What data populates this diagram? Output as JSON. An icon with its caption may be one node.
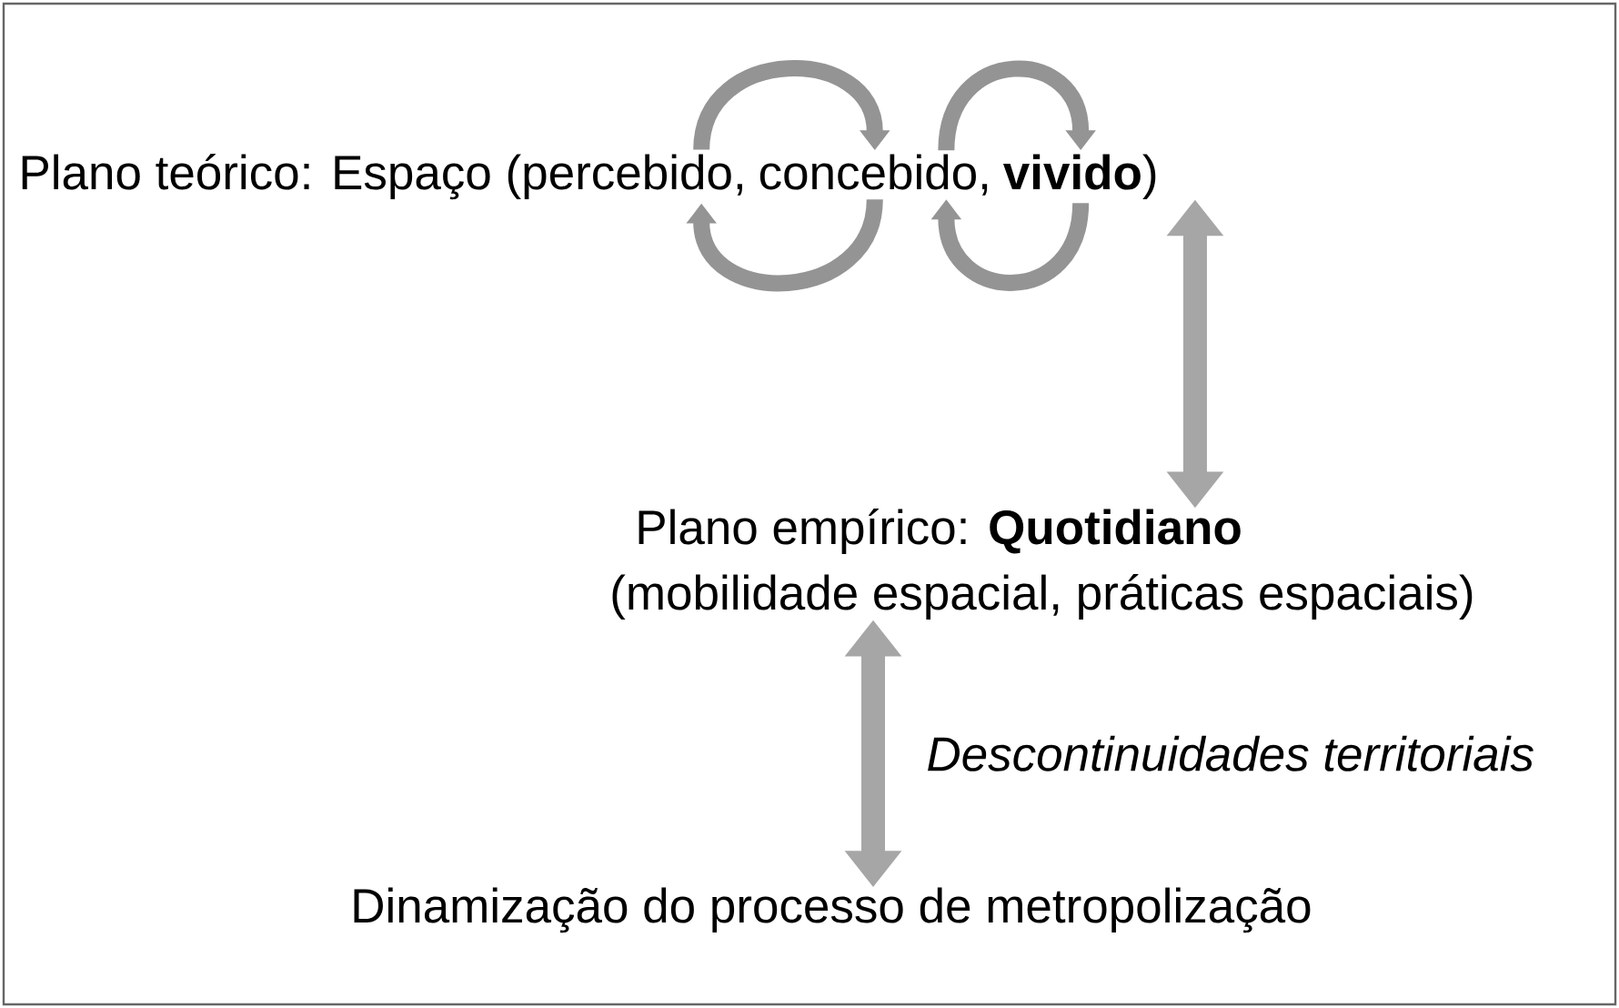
{
  "diagram": {
    "nodes": [
      {
        "text": [
          "Plano teórico: Espaço (percebido,"
        ]
      },
      {
        "text": [
          "concebido,"
        ]
      },
      {
        "text": [
          "**vivido**)"
        ]
      },
      {
        "text": [
          "Plano empírico:  **Quotidiano**",
          "(mobilidade espacial, práticas espaciais)"
        ]
      },
      {
        "text": [
          "Dinamização do processo de metropolização"
        ]
      }
    ],
    "edges": [
      {
        "from": 0,
        "to": 1,
        "arrow": "to"
      },
      {
        "from": 1,
        "to": 0,
        "arrow": "to"
      },
      {
        "from": 1,
        "to": 2,
        "arrow": "to"
      },
      {
        "from": 2,
        "to": 1,
        "arrow": "to"
      },
      {
        "from": 2,
        "to": 3,
        "arrow": "both"
      },
      {
        "from": 3,
        "to": 4,
        "arrow": "both",
        "label": "Descontinuidades territoriais"
      }
    ]
  }
}
